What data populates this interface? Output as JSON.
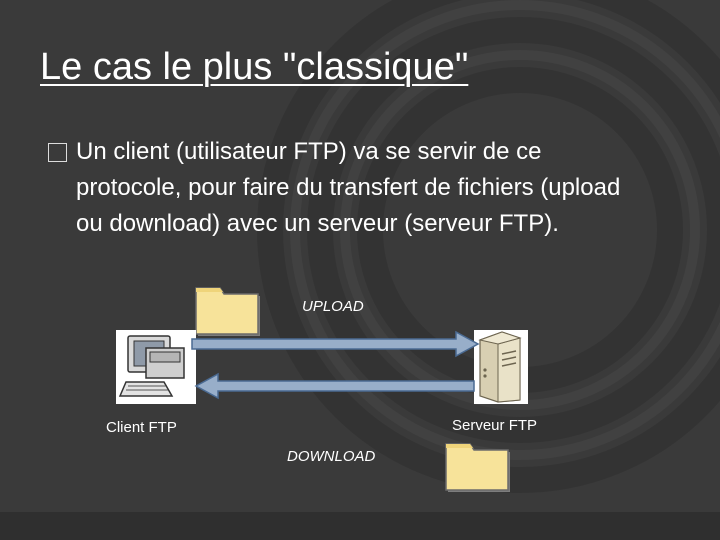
{
  "slide": {
    "title": "Le cas le plus \"classique\"",
    "bullet": {
      "text": "Un client (utilisateur FTP) va se servir de ce protocole, pour faire du transfert de fichiers (upload ou download) avec un serveur (serveur FTP)."
    }
  },
  "diagram": {
    "upload_label": "UPLOAD",
    "download_label": "DOWNLOAD",
    "client_label": "Client FTP",
    "server_label": "Serveur FTP",
    "icons": [
      "folder-icon-upload",
      "computer-icon",
      "server-icon",
      "folder-icon-download"
    ]
  },
  "colors": {
    "background": "#3a3a3a",
    "text": "#ffffff",
    "arrow_fill": "#98aec9",
    "arrow_stroke": "#4a6a92",
    "folder": "#f7e39a"
  }
}
